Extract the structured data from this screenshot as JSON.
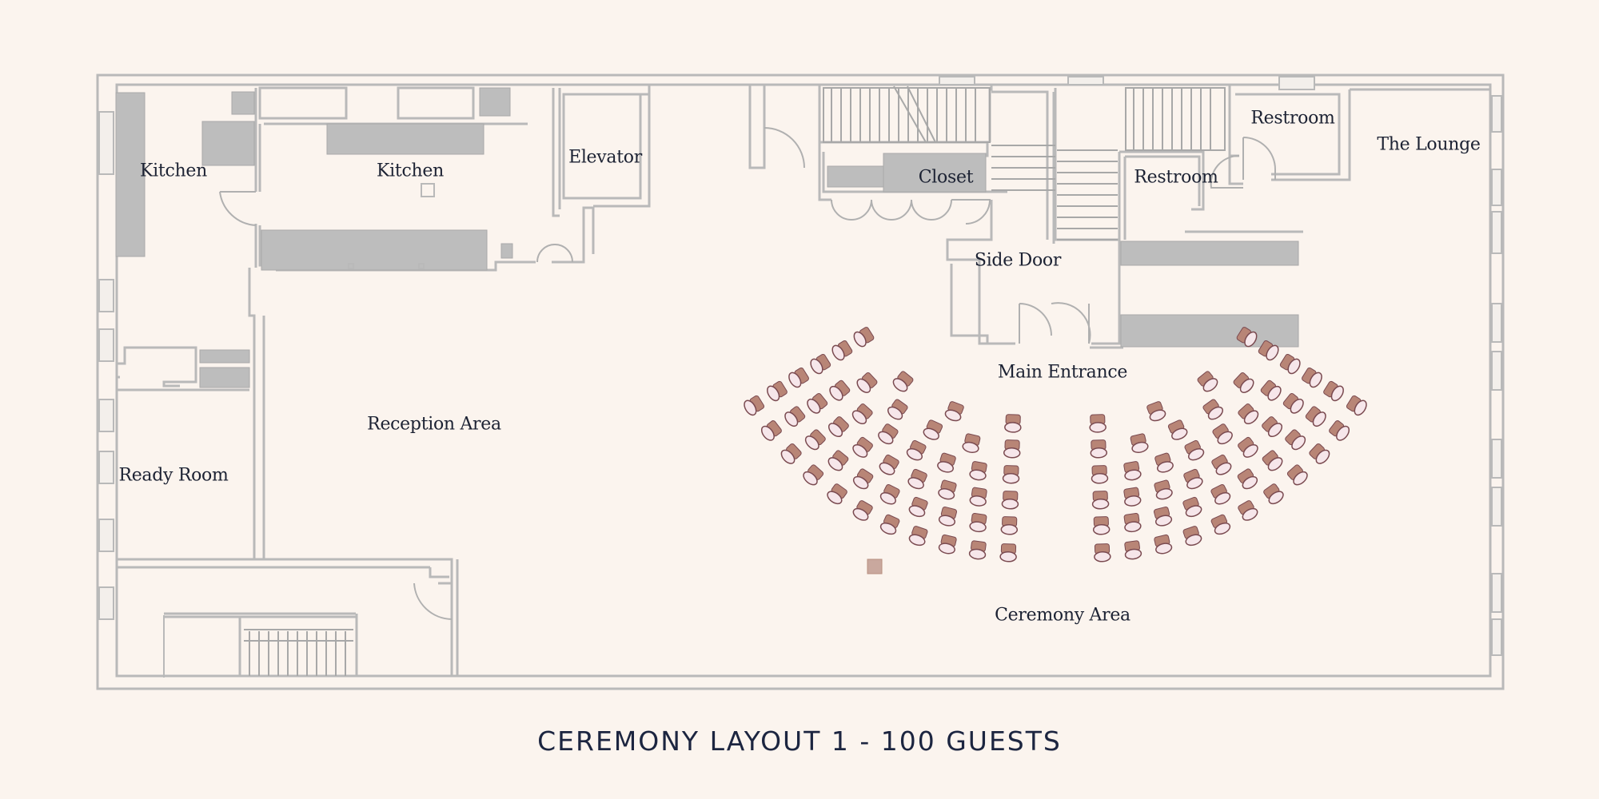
{
  "rooms": {
    "kitchen_left": "Kitchen",
    "kitchen_main": "Kitchen",
    "elevator": "Elevator",
    "closet": "Closet",
    "restroom_upper": "Restroom",
    "restroom_lower": "Restroom",
    "lounge": "The Lounge",
    "side_door": "Side Door",
    "main_entrance": "Main Entrance",
    "reception": "Reception Area",
    "ready_room": "Ready Room",
    "ceremony": "Ceremony Area"
  },
  "title": "CEREMONY LAYOUT 1 - 100 GUESTS",
  "colors": {
    "background": "#fbf4ee",
    "wall": "#b9b9b9",
    "fixture": "#bdbdbd",
    "chair": "#b88576",
    "chair_outline": "#7a4a50",
    "label": "#1c2233"
  }
}
